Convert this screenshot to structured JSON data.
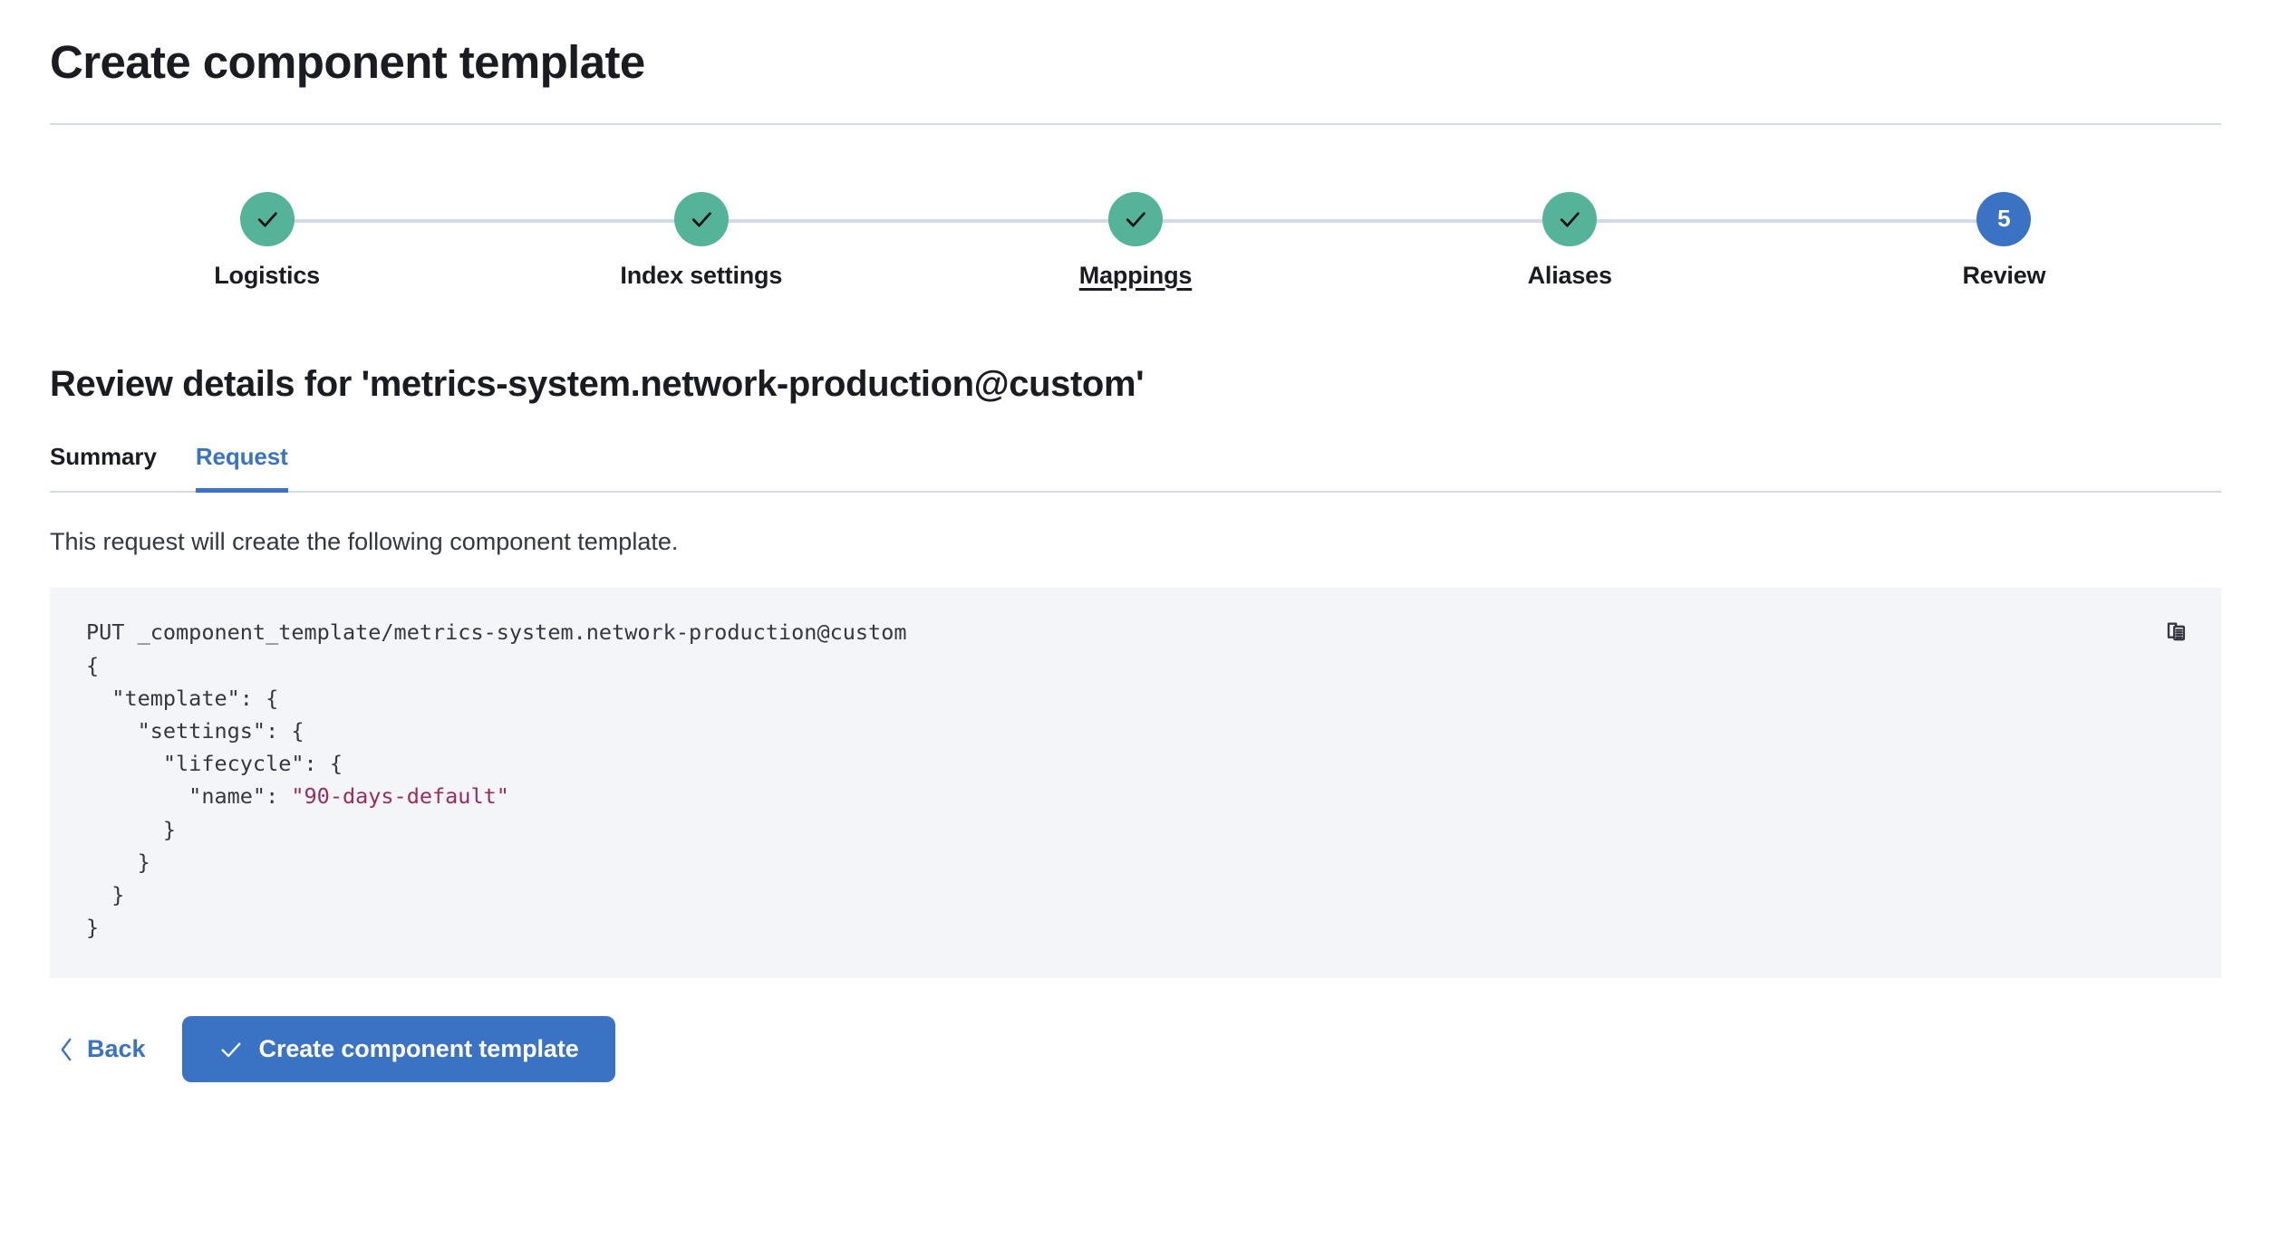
{
  "page": {
    "title": "Create component template"
  },
  "stepper": {
    "steps": [
      {
        "id": "logistics",
        "label": "Logistics",
        "state": "complete",
        "icon": "check-icon",
        "underlined": false
      },
      {
        "id": "index-settings",
        "label": "Index settings",
        "state": "complete",
        "icon": "check-icon",
        "underlined": false
      },
      {
        "id": "mappings",
        "label": "Mappings",
        "state": "complete",
        "icon": "check-icon",
        "underlined": true
      },
      {
        "id": "aliases",
        "label": "Aliases",
        "state": "complete",
        "icon": "check-icon",
        "underlined": false
      },
      {
        "id": "review",
        "label": "Review",
        "state": "current",
        "number": "5",
        "underlined": false
      }
    ]
  },
  "review": {
    "section_title": "Review details for 'metrics-system.network-production@custom'",
    "tabs": [
      {
        "id": "summary",
        "label": "Summary",
        "active": false
      },
      {
        "id": "request",
        "label": "Request",
        "active": true
      }
    ],
    "description": "This request will create the following component template."
  },
  "request_code": {
    "method_line": "PUT _component_template/metrics-system.network-production@custom",
    "body_before_value": "{\n  \"template\": {\n    \"settings\": {\n      \"lifecycle\": {\n        \"name\": ",
    "lifecycle_name_value": "\"90-days-default\"",
    "body_after_value": "\n      }\n    }\n  }\n}",
    "copy_icon": "copy-clipboard-icon"
  },
  "footer": {
    "back_label": "Back",
    "back_icon": "chevron-left-icon",
    "primary_label": "Create component template",
    "primary_icon": "check-icon"
  },
  "colors": {
    "step_complete": "#54B399",
    "step_current": "#3A73C4",
    "accent_blue": "#3A73C4",
    "divider": "#D3DAE6",
    "code_bg": "#F4F5F9",
    "code_string": "#9B2C5D",
    "text_primary": "#1A1C21"
  }
}
